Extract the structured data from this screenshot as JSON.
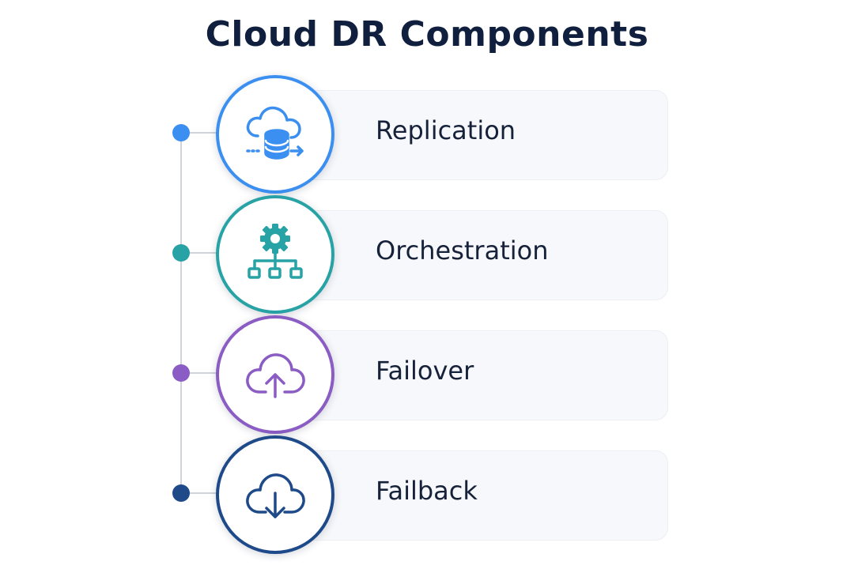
{
  "title": "Cloud DR Components",
  "items": [
    {
      "label": "Replication",
      "icon": "cloud-database-sync-icon",
      "color": "#3b8ff0"
    },
    {
      "label": "Orchestration",
      "icon": "gear-workflow-icon",
      "color": "#27a3a6"
    },
    {
      "label": "Failover",
      "icon": "cloud-upload-icon",
      "color": "#8a5cc4"
    },
    {
      "label": "Failback",
      "icon": "cloud-download-icon",
      "color": "#1f4a8a"
    }
  ]
}
